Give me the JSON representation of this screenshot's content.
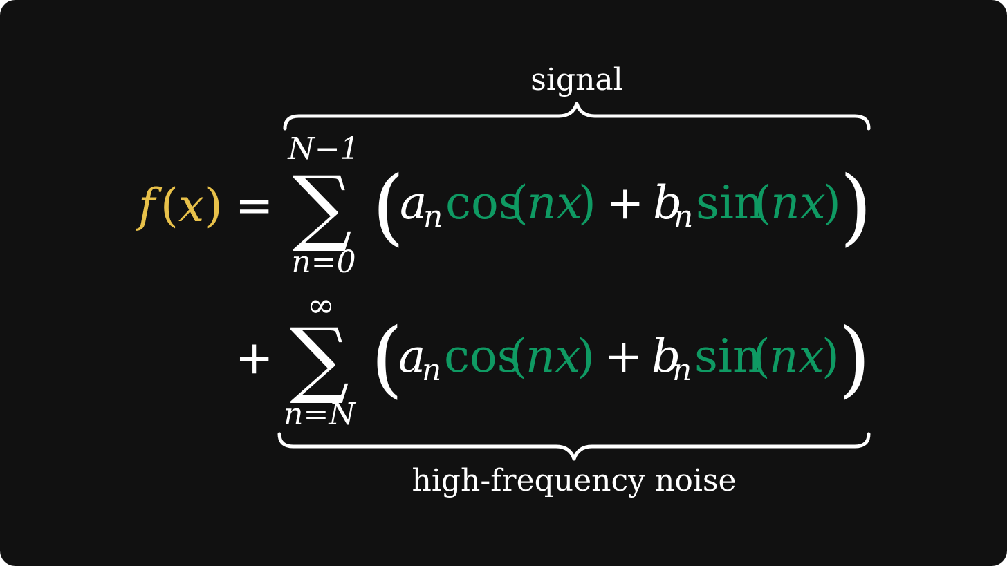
{
  "colors": {
    "background": "#111111",
    "text": "#ffffff",
    "function_accent": "#e8c14a",
    "trig_accent": "#0f9a63"
  },
  "labels": {
    "signal": "signal",
    "noise": "high-frequency noise"
  },
  "equation": {
    "lhs_f": "f",
    "lhs_open": "(",
    "lhs_x": "x",
    "lhs_close": ")",
    "equals": "=",
    "sum_symbol": "∑",
    "plus": "+",
    "row1": {
      "upper_limit": "N−1",
      "lower_limit": "n=0"
    },
    "row2": {
      "upper_limit": "∞",
      "lower_limit": "n=N"
    },
    "term": {
      "open_paren": "(",
      "a": "a",
      "sub": "n",
      "cos": "cos",
      "arg_open": "(",
      "arg": "nx",
      "arg_close": ")",
      "plus": "+",
      "b": "b",
      "sin": "sin",
      "close_paren": ")"
    }
  }
}
